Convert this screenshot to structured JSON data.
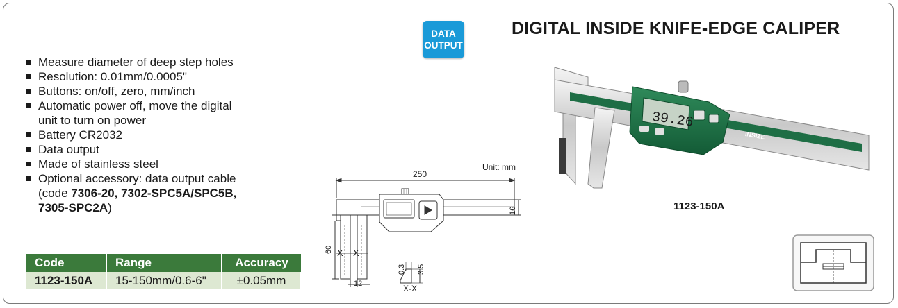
{
  "title": "DIGITAL INSIDE KNIFE-EDGE CALIPER",
  "badge": {
    "line1": "DATA",
    "line2": "OUTPUT"
  },
  "features": {
    "f1": "Measure diameter of deep step holes",
    "f2": "Resolution: 0.01mm/0.0005\"",
    "f3": "Buttons: on/off, zero, mm/inch",
    "f4a": "Automatic power off, move the digital",
    "f4b": "unit to turn on power",
    "f5": "Battery CR2032",
    "f6": "Data output",
    "f7": "Made of stainless steel",
    "f8a": "Optional accessory: data output cable",
    "f8b_pre": "(code ",
    "f8b_bold": "7306-20, 7302-SPC5A/SPC5B,",
    "f8c_bold": "7305-SPC2A",
    "f8c_post": ")"
  },
  "spec_table": {
    "headers": [
      "Code",
      "Range",
      "Accuracy"
    ],
    "row": {
      "code": "1123-150A",
      "range": "15-150mm/0.6-6\"",
      "accuracy": "±0.05mm"
    }
  },
  "drawing": {
    "unit": "Unit: mm",
    "length": "250",
    "height": "16",
    "jaw_length": "60",
    "jaw_width": "12",
    "section_mark": "X",
    "tip": "0.3",
    "depth": "3.5",
    "section_label": "X-X"
  },
  "product": {
    "model": "1123-150A",
    "display": "39.26",
    "brand": "INSIZE"
  },
  "colors": {
    "accent": "#3b7a3b",
    "badge": "#1a9ad8",
    "row": "#dde8d2"
  }
}
